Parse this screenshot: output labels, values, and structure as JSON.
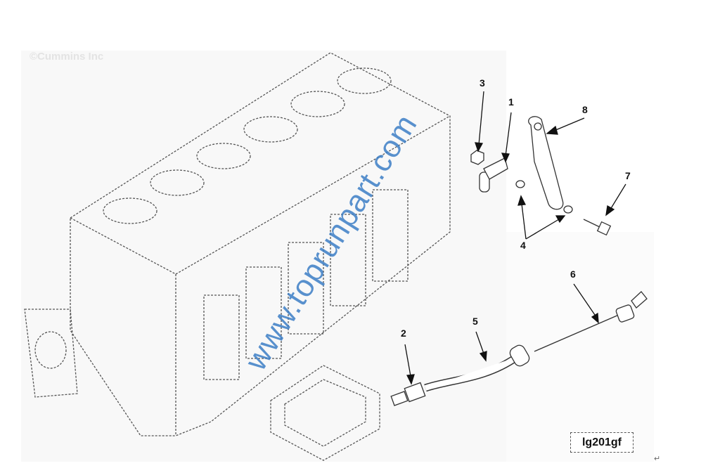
{
  "diagram": {
    "copyright": "©Cummins Inc",
    "watermark": "www.toprunpart.com",
    "reference_code": "lg201gf",
    "return_mark": "↵",
    "callouts": [
      "1",
      "2",
      "3",
      "4",
      "5",
      "6",
      "7",
      "8"
    ],
    "colors": {
      "watermark": "#3d7fc6",
      "lines": "#444444"
    }
  }
}
